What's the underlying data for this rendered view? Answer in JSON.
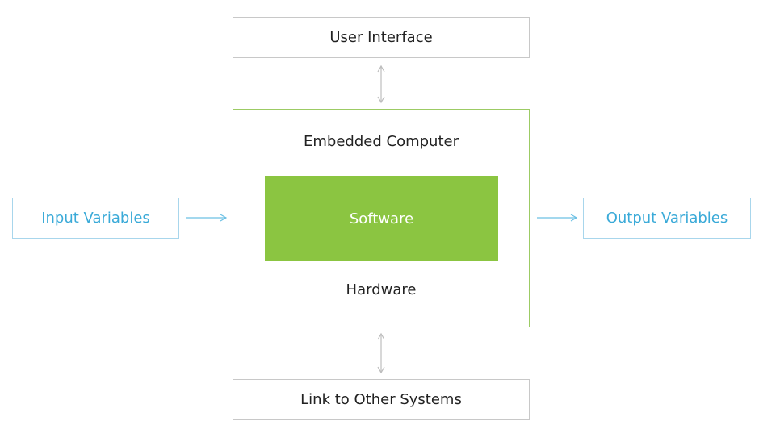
{
  "nodes": {
    "user_interface": "User Interface",
    "embedded_computer": "Embedded Computer",
    "software": "Software",
    "hardware": "Hardware",
    "input_variables": "Input Variables",
    "output_variables": "Output Variables",
    "link_to_other_systems": "Link to Other Systems"
  },
  "colors": {
    "accent_green": "#8bc541",
    "border_green": "#9ccb64",
    "accent_blue": "#3aaad8",
    "border_blue": "#a8d6ec",
    "border_gray": "#c8c8c8",
    "connector_gray": "#bdbdbd"
  }
}
